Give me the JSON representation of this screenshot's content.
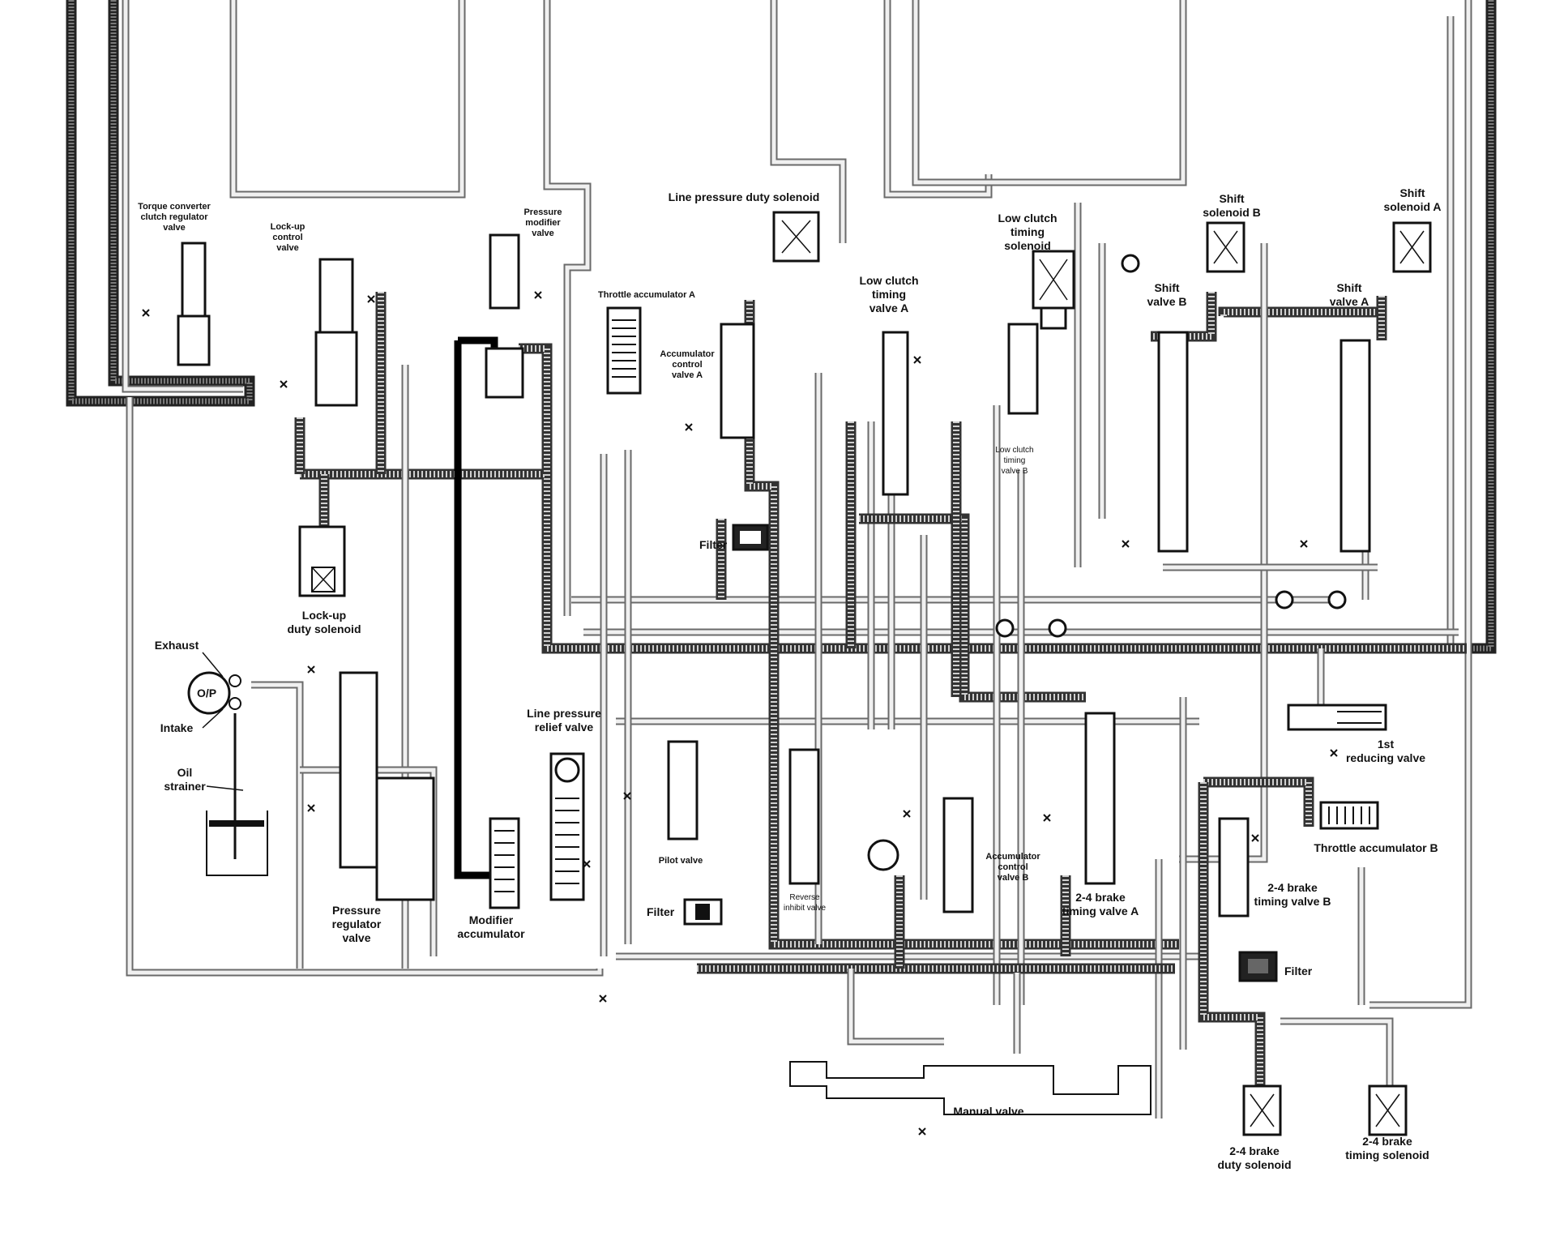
{
  "labels": {
    "torque_converter_clutch_regulator_valve": [
      "Torque converter",
      "clutch regulator",
      "valve"
    ],
    "lock_up_control_valve": [
      "Lock-up",
      "control",
      "valve"
    ],
    "pressure_modifier_valve": [
      "Pressure",
      "modifier",
      "valve"
    ],
    "line_pressure_duty_solenoid": "Line pressure duty solenoid",
    "throttle_accumulator_a": "Throttle accumulator A",
    "accumulator_control_valve_a": [
      "Accumulator",
      "control",
      "valve A"
    ],
    "low_clutch_timing_valve_a": [
      "Low clutch",
      "timing",
      "valve A"
    ],
    "low_clutch_timing_solenoid": [
      "Low clutch",
      "timing",
      "solenoid"
    ],
    "low_clutch_timing_valve_b": [
      "Low clutch",
      "timing",
      "valve B"
    ],
    "shift_solenoid_b": [
      "Shift",
      "solenoid B"
    ],
    "shift_solenoid_a": [
      "Shift",
      "solenoid A"
    ],
    "shift_valve_b": [
      "Shift",
      "valve B"
    ],
    "shift_valve_a": [
      "Shift",
      "valve A"
    ],
    "filter_upper": "Filter",
    "lock_up_duty_solenoid": [
      "Lock-up",
      "duty solenoid"
    ],
    "exhaust": "Exhaust",
    "op": "O/P",
    "intake": "Intake",
    "oil_strainer": [
      "Oil",
      "strainer"
    ],
    "line_pressure_relief_valve": [
      "Line pressure",
      "relief valve"
    ],
    "pilot_valve": "Pilot valve",
    "filter_lower": "Filter",
    "reverse_inhibit_valve": [
      "Reverse",
      "inhibit valve"
    ],
    "accumulator_control_valve_b": [
      "Accumulator",
      "control",
      "valve B"
    ],
    "brake_timing_valve_a": [
      "2-4 brake",
      "timing valve A"
    ],
    "first_reducing_valve": [
      "1st",
      "reducing valve"
    ],
    "throttle_accumulator_b": "Throttle accumulator B",
    "brake_timing_valve_b": [
      "2-4 brake",
      "timing valve B"
    ],
    "filter_right": "Filter",
    "pressure_regulator_valve": [
      "Pressure",
      "regulator",
      "valve"
    ],
    "modifier_accumulator": [
      "Modifier",
      "accumulator"
    ],
    "manual_valve": "Manual valve",
    "brake_duty_solenoid": [
      "2-4 brake",
      "duty solenoid"
    ],
    "brake_timing_solenoid": [
      "2-4 brake",
      "timing solenoid"
    ]
  }
}
